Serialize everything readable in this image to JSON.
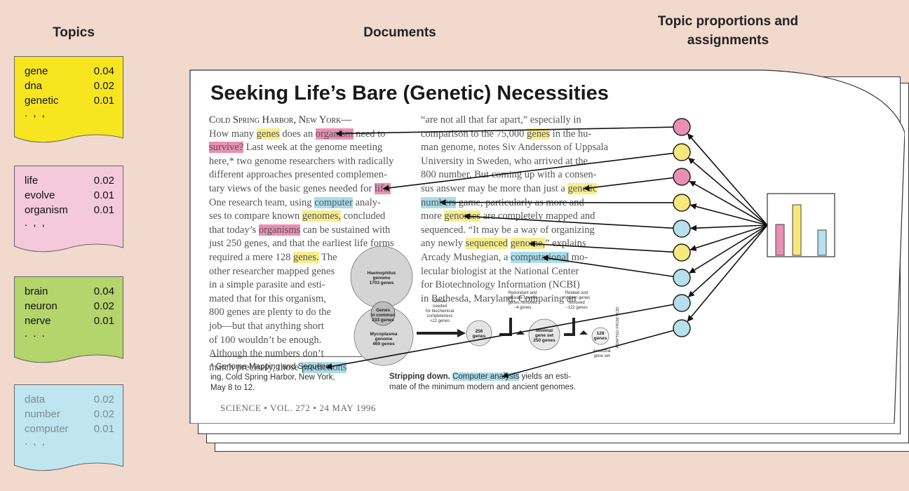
{
  "headers": {
    "topics": "Topics",
    "documents": "Documents",
    "proportions_line1": "Topic proportions and",
    "proportions_line2": "assignments"
  },
  "topics": [
    {
      "color": "#f7e61f",
      "text_color": "#111",
      "words": [
        {
          "word": "gene",
          "prob": "0.04"
        },
        {
          "word": "dna",
          "prob": "0.02"
        },
        {
          "word": "genetic",
          "prob": "0.01"
        }
      ],
      "ellipsis": ". , ,"
    },
    {
      "color": "#f5c9dc",
      "text_color": "#111",
      "words": [
        {
          "word": "life",
          "prob": "0.02"
        },
        {
          "word": "evolve",
          "prob": "0.01"
        },
        {
          "word": "organism",
          "prob": "0.01"
        }
      ],
      "ellipsis": ". , ,"
    },
    {
      "color": "#b4d46c",
      "text_color": "#111",
      "words": [
        {
          "word": "brain",
          "prob": "0.04"
        },
        {
          "word": "neuron",
          "prob": "0.02"
        },
        {
          "word": "nerve",
          "prob": "0.01"
        }
      ],
      "ellipsis": ". . ."
    },
    {
      "color": "#bfe6f0",
      "text_color": "#7d8a90",
      "words": [
        {
          "word": "data",
          "prob": "0.02"
        },
        {
          "word": "number",
          "prob": "0.02"
        },
        {
          "word": "computer",
          "prob": "0.01"
        }
      ],
      "ellipsis": ". , ,"
    }
  ],
  "document": {
    "title": "Seeking Life’s Bare (Genetic) Necessities",
    "left_column": [
      [
        {
          "t": "Cold Spring Harbor, New York—",
          "h": "",
          "b": true
        }
      ],
      [
        {
          "t": "How many ",
          "h": ""
        },
        {
          "t": "genes",
          "h": "y"
        },
        {
          "t": " does an ",
          "h": ""
        },
        {
          "t": "organism",
          "h": "p"
        },
        {
          "t": " need to",
          "h": ""
        }
      ],
      [
        {
          "t": "survive?",
          "h": "p"
        },
        {
          "t": " Last week at the genome meeting",
          "h": ""
        }
      ],
      [
        {
          "t": "here,* two genome researchers with radically",
          "h": ""
        }
      ],
      [
        {
          "t": "different approaches presented complemen-",
          "h": ""
        }
      ],
      [
        {
          "t": "tary views of the basic genes needed for ",
          "h": ""
        },
        {
          "t": "life.",
          "h": "p"
        }
      ],
      [
        {
          "t": "One research team, using ",
          "h": ""
        },
        {
          "t": "computer",
          "h": "b"
        },
        {
          "t": " analy-",
          "h": ""
        }
      ],
      [
        {
          "t": "ses to compare known ",
          "h": ""
        },
        {
          "t": "genomes,",
          "h": "y"
        },
        {
          "t": " concluded",
          "h": ""
        }
      ],
      [
        {
          "t": "that today’s ",
          "h": ""
        },
        {
          "t": "organisms",
          "h": "p"
        },
        {
          "t": " can be sustained with",
          "h": ""
        }
      ],
      [
        {
          "t": "just 250 genes, and that the earliest life forms",
          "h": ""
        }
      ],
      [
        {
          "t": "required a mere 128 ",
          "h": ""
        },
        {
          "t": "genes.",
          "h": "y"
        },
        {
          "t": " The",
          "h": ""
        }
      ],
      [
        {
          "t": "other researcher mapped genes",
          "h": ""
        }
      ],
      [
        {
          "t": "in a simple parasite and esti-",
          "h": ""
        }
      ],
      [
        {
          "t": "mated that for this organism,",
          "h": ""
        }
      ],
      [
        {
          "t": "800 genes are plenty to do the",
          "h": ""
        }
      ],
      [
        {
          "t": "job—but that anything short",
          "h": ""
        }
      ],
      [
        {
          "t": "of 100 wouldn’t be enough.",
          "h": ""
        }
      ],
      [
        {
          "t": "    Although the numbers don’t",
          "h": ""
        }
      ],
      [
        {
          "t": "match precisely, those ",
          "h": ""
        },
        {
          "t": "predictions",
          "h": "b"
        }
      ]
    ],
    "right_column": [
      [
        {
          "t": "“are not all that far apart,” especially in",
          "h": ""
        }
      ],
      [
        {
          "t": "comparison to the 75,000 ",
          "h": ""
        },
        {
          "t": "genes",
          "h": "y"
        },
        {
          "t": " in the hu-",
          "h": ""
        }
      ],
      [
        {
          "t": "man genome, notes Siv Andersson of Uppsala",
          "h": ""
        }
      ],
      [
        {
          "t": "University in Sweden, who arrived at the",
          "h": ""
        }
      ],
      [
        {
          "t": "800 number. But coming up with a consen-",
          "h": ""
        }
      ],
      [
        {
          "t": "sus answer may be more than just a ",
          "h": ""
        },
        {
          "t": "genetic",
          "h": "y"
        }
      ],
      [
        {
          "t": "numbers",
          "h": "b"
        },
        {
          "t": " game, particularly as more and",
          "h": ""
        }
      ],
      [
        {
          "t": "more ",
          "h": ""
        },
        {
          "t": "genomes",
          "h": "y"
        },
        {
          "t": " are completely mapped and",
          "h": ""
        }
      ],
      [
        {
          "t": "sequenced. “It may be a way of organizing",
          "h": ""
        }
      ],
      [
        {
          "t": "any newly ",
          "h": ""
        },
        {
          "t": "sequenced",
          "h": "y"
        },
        {
          "t": " ",
          "h": ""
        },
        {
          "t": "genome,",
          "h": "y"
        },
        {
          "t": "” explains",
          "h": ""
        }
      ],
      [
        {
          "t": "Arcady Mushegian, a ",
          "h": ""
        },
        {
          "t": "computational",
          "h": "b"
        },
        {
          "t": " mo-",
          "h": ""
        }
      ],
      [
        {
          "t": "lecular biologist at the National Center",
          "h": ""
        }
      ],
      [
        {
          "t": "for Biotechnology Information (NCBI)",
          "h": ""
        }
      ],
      [
        {
          "t": "in Bethesda, Maryland. Comparing an",
          "h": ""
        }
      ]
    ],
    "footnote": [
      "* Genome Mapping and Sequenc-",
      "ing, Cold Spring Harbor, New York,",
      "May 8 to 12."
    ],
    "caption": {
      "bold": "Stripping down.",
      "highlight": "Computer analysis",
      "rest": " yields an esti-",
      "line2": "mate of the minimum modern and ancient genomes."
    },
    "science_line": "SCIENCE • VOL. 272 • 24 MAY 1996",
    "figure": {
      "haemophilus": [
        "Haemophilus",
        "genome",
        "1703 genes"
      ],
      "common": [
        "Genes",
        "in common",
        "233 genes"
      ],
      "mycoplasma": [
        "Mycoplasma",
        "genome",
        "469 genes"
      ],
      "needed": [
        "Genes",
        "needed",
        "for biochemical",
        "completeness",
        "+22 genes"
      ],
      "c256": [
        "256",
        "genes"
      ],
      "redundant": [
        "Redundant and",
        "parasite-specific",
        "genes removed",
        "−4 genes"
      ],
      "minimal": [
        "Minimal",
        "gene set",
        "250 genes"
      ],
      "related": [
        "Related and",
        "modern genes",
        "removed",
        "−122 genes"
      ],
      "c128": [
        "128",
        "genes"
      ],
      "ancestral": [
        "Ancestral",
        "gene set"
      ],
      "credit": "ADAPTED FROM NCBI"
    }
  },
  "assignments": {
    "circles": [
      {
        "topic": "pink",
        "color": "#ea8fb4"
      },
      {
        "topic": "yellow",
        "color": "#f7e87a"
      },
      {
        "topic": "pink",
        "color": "#ea8fb4"
      },
      {
        "topic": "yellow",
        "color": "#f7e87a"
      },
      {
        "topic": "blue",
        "color": "#b5e0ec"
      },
      {
        "topic": "yellow",
        "color": "#f7e87a"
      },
      {
        "topic": "blue",
        "color": "#b5e0ec"
      },
      {
        "topic": "blue",
        "color": "#b5e0ec"
      },
      {
        "topic": "blue",
        "color": "#b5e0ec"
      }
    ],
    "proportions": [
      {
        "topic": "pink",
        "color": "#ea8fb4",
        "value": 0.55
      },
      {
        "topic": "yellow",
        "color": "#f7e87a",
        "value": 0.9
      },
      {
        "topic": "blue",
        "color": "#b5e0ec",
        "value": 0.45
      }
    ]
  }
}
